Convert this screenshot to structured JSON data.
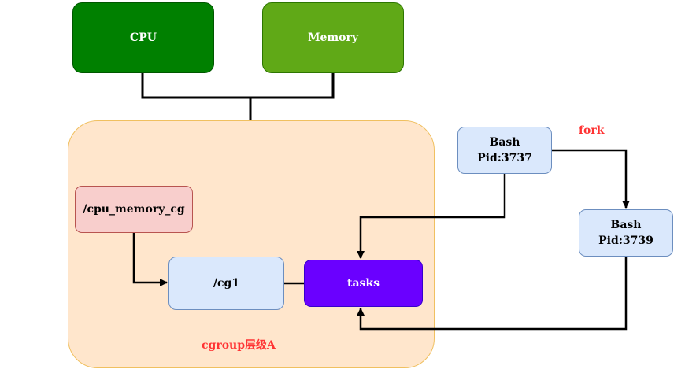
{
  "nodes": {
    "cpu": "CPU",
    "memory": "Memory",
    "cpu_memory_cg": "/cpu_memory_cg",
    "cg1": "/cg1",
    "tasks": "tasks",
    "bash_parent": {
      "line1": "Bash",
      "line2": "Pid:3737"
    },
    "bash_child": {
      "line1": "Bash",
      "line2": "Pid:3739"
    }
  },
  "labels": {
    "hierarchy": "cgroup层级A",
    "fork": "fork"
  },
  "colors": {
    "cpu": "#008000",
    "memory": "#60a917",
    "hierarchy_bg": "#ffe6cc",
    "cgroup_node": "#f8cecc",
    "blue_node": "#dae8fc",
    "tasks": "#6a00ff",
    "label_red": "#ff3333"
  }
}
